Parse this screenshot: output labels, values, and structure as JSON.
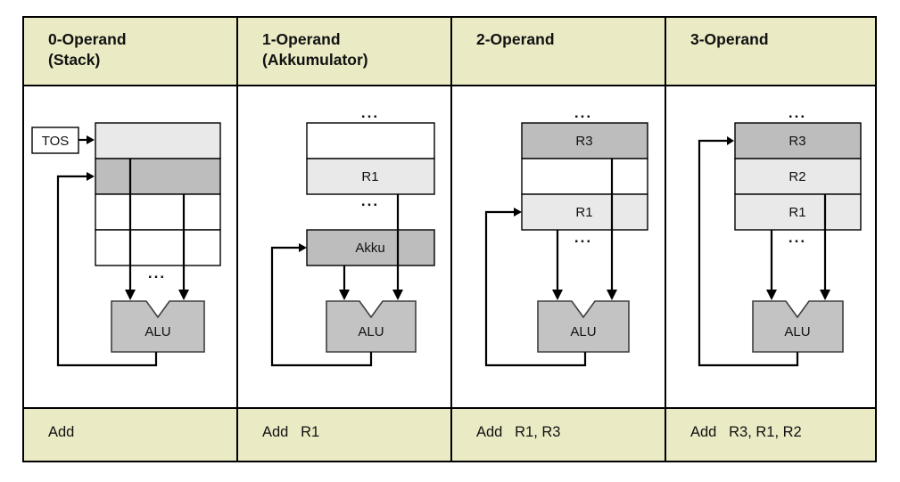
{
  "palette": {
    "band_bg": "#eaeac5",
    "cell_white": "#ffffff",
    "cell_light": "#e9e9e9",
    "cell_medium": "#bdbdbd",
    "alu_fill": "#c3c3c3",
    "line_color": "#000000"
  },
  "columns": [
    {
      "header": "0-Operand\n(Stack)",
      "instruction": "Add",
      "diagram": {
        "tos_label": "TOS",
        "dots_bottom": "...",
        "alu_label": "ALU"
      }
    },
    {
      "header": "1-Operand\n(Akkumulator)",
      "instruction": "Add   R1",
      "diagram": {
        "dots_top": "...",
        "registers": [
          {
            "label": ""
          },
          {
            "label": "R1"
          }
        ],
        "dots_middle": "...",
        "akku_label": "Akku",
        "alu_label": "ALU"
      }
    },
    {
      "header": "2-Operand",
      "instruction": "Add   R1, R3",
      "diagram": {
        "dots_top": "...",
        "registers": [
          {
            "label": "R3"
          },
          {
            "label": ""
          },
          {
            "label": "R1"
          }
        ],
        "dots_bottom": "...",
        "alu_label": "ALU"
      }
    },
    {
      "header": "3-Operand",
      "instruction": "Add   R3, R1, R2",
      "diagram": {
        "dots_top": "...",
        "registers": [
          {
            "label": "R3"
          },
          {
            "label": "R2"
          },
          {
            "label": "R1"
          }
        ],
        "dots_bottom": "...",
        "alu_label": "ALU"
      }
    }
  ]
}
